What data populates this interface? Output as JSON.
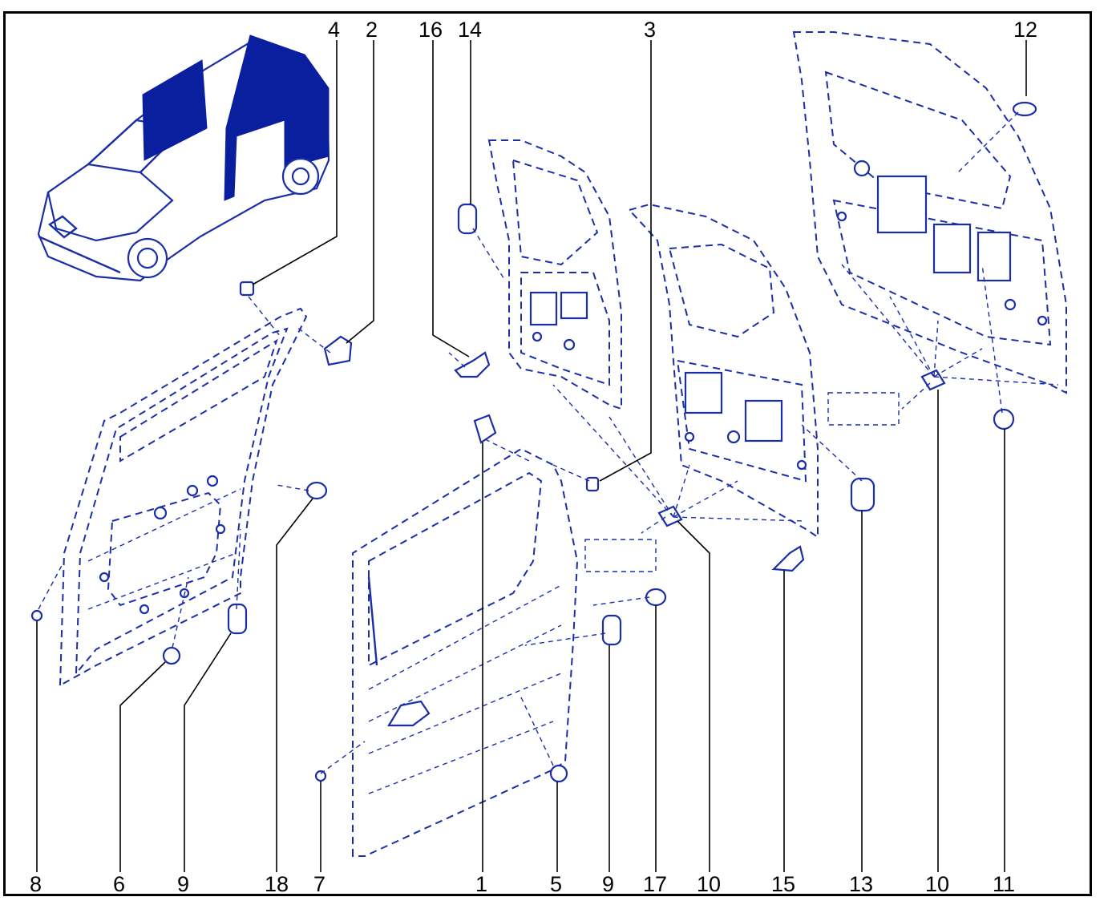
{
  "diagram": {
    "colors": {
      "line": "#1a2ea8",
      "highlight": "#0a1f9e",
      "frame": "#000000",
      "background": "#ffffff"
    },
    "callouts_top": [
      "4",
      "2",
      "16",
      "14",
      "3",
      "12"
    ],
    "callouts_bottom": [
      "8",
      "6",
      "9",
      "18",
      "7",
      "1",
      "5",
      "9",
      "17",
      "10",
      "15",
      "13",
      "10",
      "11"
    ]
  }
}
